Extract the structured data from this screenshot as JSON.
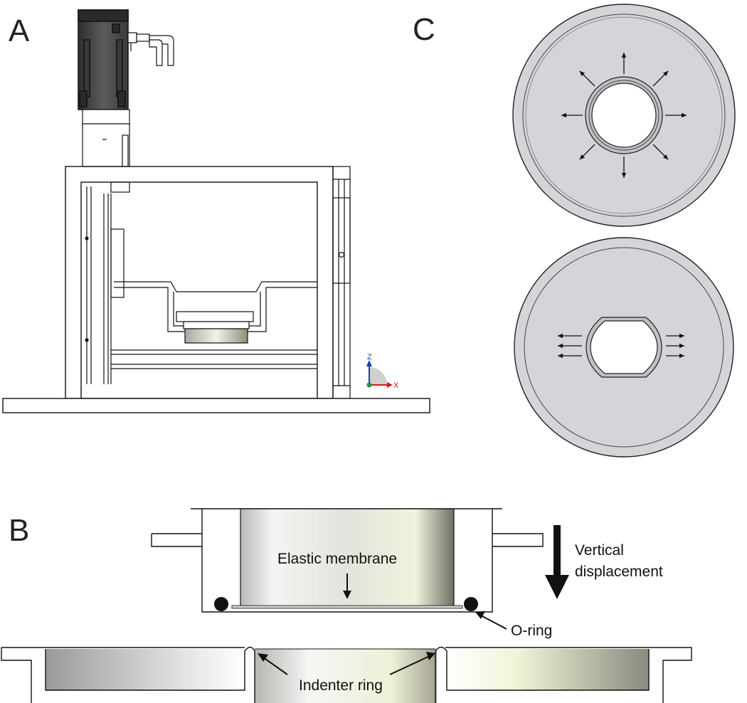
{
  "panels": {
    "a": {
      "label": "A"
    },
    "b": {
      "label": "B"
    },
    "c": {
      "label": "C"
    }
  },
  "triad": {
    "z": "Z",
    "x": "X"
  },
  "annotations": {
    "elastic_membrane": "Elastic membrane",
    "vertical_line1": "Vertical",
    "vertical_line2": "displacement",
    "o_ring": "O-ring",
    "indenter_ring": "Indenter ring"
  },
  "colors": {
    "outline": "#111111",
    "motor": "#4d4d4d",
    "disc": "#d4d6da",
    "axis_z": "#1a3fa8",
    "axis_x": "#d21c1c",
    "axis_origin": "#1f9a3a"
  }
}
